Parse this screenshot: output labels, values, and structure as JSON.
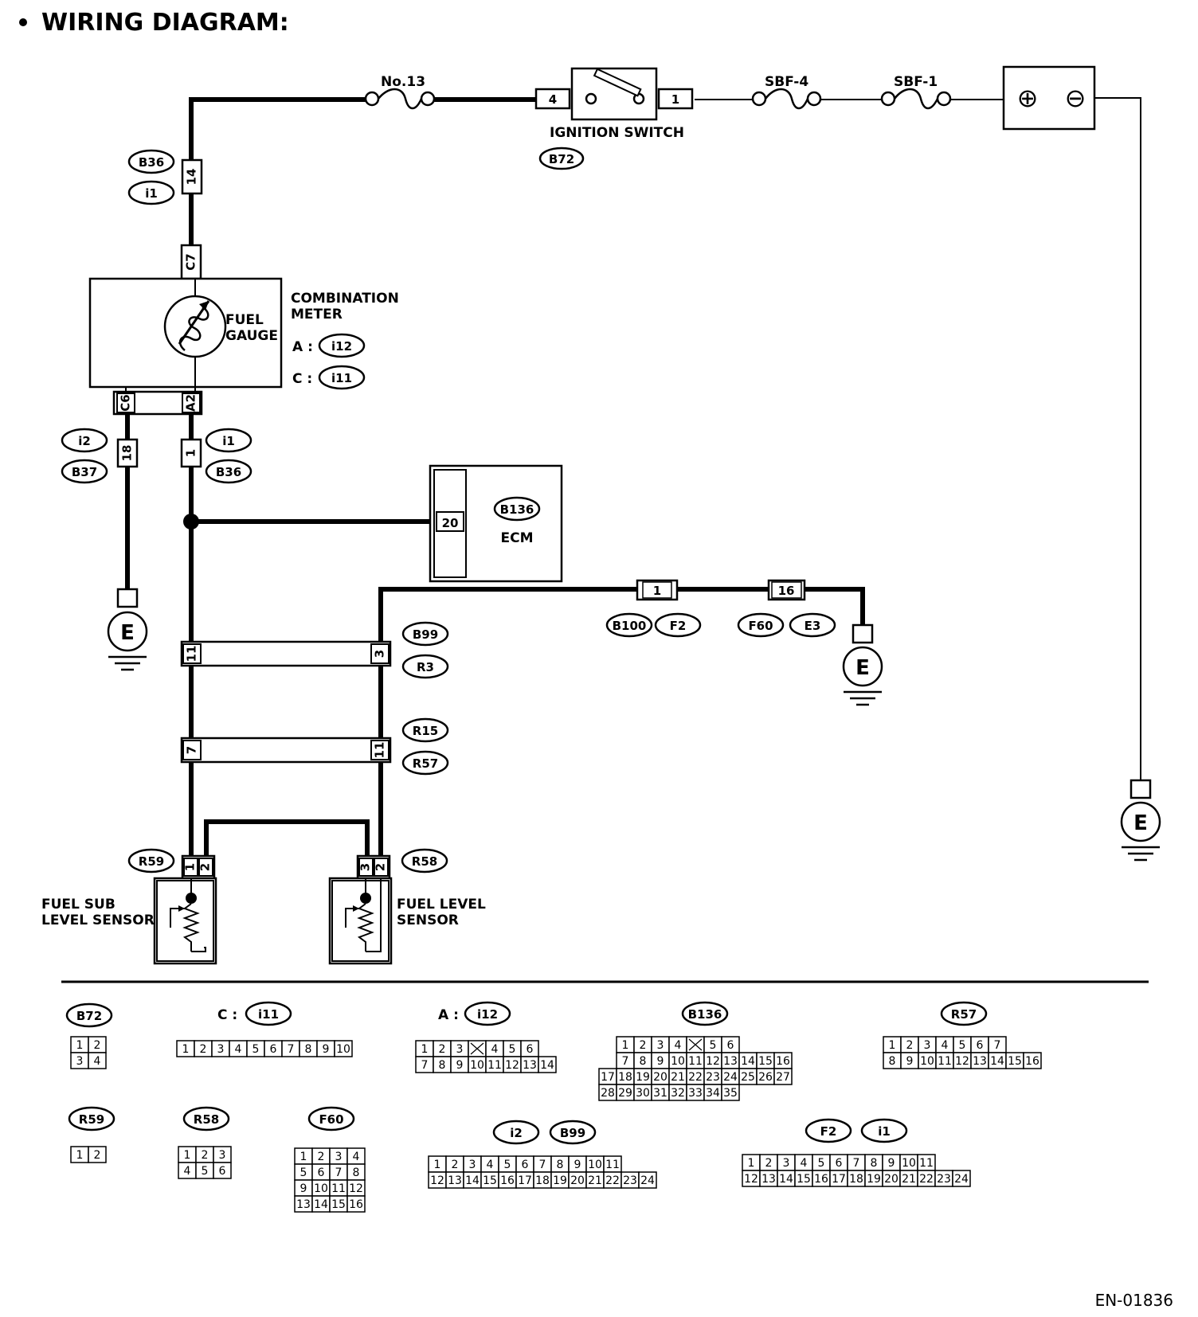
{
  "title": "WIRING DIAGRAM:",
  "document_id": "EN-01836",
  "fuses": {
    "no13": "No.13",
    "sbf4": "SBF-4",
    "sbf1": "SBF-1"
  },
  "ignition_switch": {
    "label": "IGNITION SWITCH",
    "code": "B72",
    "pin_in": "4",
    "pin_out": "1"
  },
  "battery": {
    "plus": "⊕",
    "minus": "⊖"
  },
  "combination_meter": {
    "label_line1": "COMBINATION",
    "label_line2": "METER",
    "gauge_line1": "FUEL",
    "gauge_line2": "GAUGE",
    "conn_a_prefix": "A :",
    "conn_a_code": "i12",
    "conn_c_prefix": "C :",
    "conn_c_code": "i11",
    "pin_c7": "C7",
    "pin_c6": "C6",
    "pin_a2": "A2"
  },
  "junction_top": {
    "pin": "14",
    "code1": "B36",
    "code2": "i1"
  },
  "junction_left": {
    "pin": "18",
    "code1": "i2",
    "code2": "B37"
  },
  "junction_right": {
    "pin": "1",
    "code1": "i1",
    "code2": "B36"
  },
  "ecm": {
    "label": "ECM",
    "code": "B136",
    "pin": "20"
  },
  "ground_symbol": "E",
  "conn_b100": {
    "pin": "1",
    "code1": "B100",
    "code2": "F2"
  },
  "conn_f60": {
    "pin": "16",
    "code1": "F60",
    "code2": "E3"
  },
  "conn_b99": {
    "pin_left": "11",
    "pin_right": "3",
    "code1": "B99",
    "code2": "R3"
  },
  "conn_r15": {
    "pin_left": "7",
    "pin_right": "11",
    "code1": "R15",
    "code2": "R57"
  },
  "sub_sensor": {
    "label_line1": "FUEL SUB",
    "label_line2": "LEVEL SENSOR",
    "code": "R59",
    "pin1": "1",
    "pin2": "2"
  },
  "main_sensor": {
    "label_line1": "FUEL LEVEL",
    "label_line2": "SENSOR",
    "code": "R58",
    "pin1": "3",
    "pin2": "2"
  },
  "connector_views": {
    "b72": {
      "code": "B72",
      "rows": [
        [
          "1",
          "2"
        ],
        [
          "3",
          "4"
        ]
      ]
    },
    "i11": {
      "prefix": "C :",
      "code": "i11",
      "rows": [
        [
          "1",
          "2",
          "3",
          "4",
          "5",
          "6",
          "7",
          "8",
          "9",
          "10"
        ]
      ]
    },
    "i12": {
      "prefix": "A :",
      "code": "i12",
      "rows": [
        [
          "1",
          "2",
          "3",
          "",
          "4",
          "5",
          "6"
        ],
        [
          "7",
          "8",
          "9",
          "10",
          "11",
          "12",
          "13",
          "14"
        ]
      ]
    },
    "b136": {
      "code": "B136",
      "rows": [
        [
          "1",
          "2",
          "3",
          "4",
          "",
          "5",
          "6"
        ],
        [
          "7",
          "8",
          "9",
          "10",
          "11",
          "12",
          "13",
          "14",
          "15",
          "16"
        ],
        [
          "17",
          "18",
          "19",
          "20",
          "21",
          "22",
          "23",
          "24",
          "25",
          "26",
          "27"
        ],
        [
          "28",
          "29",
          "30",
          "31",
          "32",
          "33",
          "34",
          "35"
        ]
      ]
    },
    "r57": {
      "code": "R57",
      "rows": [
        [
          "1",
          "2",
          "3",
          "4",
          "5",
          "6",
          "7"
        ],
        [
          "8",
          "9",
          "10",
          "11",
          "12",
          "13",
          "14",
          "15",
          "16"
        ]
      ]
    },
    "r59": {
      "code": "R59",
      "rows": [
        [
          "1",
          "2"
        ]
      ]
    },
    "r58": {
      "code": "R58",
      "rows": [
        [
          "1",
          "2",
          "3"
        ],
        [
          "4",
          "5",
          "6"
        ]
      ]
    },
    "f60": {
      "code": "F60",
      "rows": [
        [
          "1",
          "2",
          "3",
          "4"
        ],
        [
          "5",
          "6",
          "7",
          "8"
        ],
        [
          "9",
          "10",
          "11",
          "12"
        ],
        [
          "13",
          "14",
          "15",
          "16"
        ]
      ]
    },
    "i2b99": {
      "code1": "i2",
      "code2": "B99",
      "rows": [
        [
          "1",
          "2",
          "3",
          "4",
          "5",
          "6",
          "7",
          "8",
          "9",
          "10",
          "11"
        ],
        [
          "12",
          "13",
          "14",
          "15",
          "16",
          "17",
          "18",
          "19",
          "20",
          "21",
          "22",
          "23",
          "24"
        ]
      ]
    },
    "f2i1": {
      "code1": "F2",
      "code2": "i1",
      "rows": [
        [
          "1",
          "2",
          "3",
          "4",
          "5",
          "6",
          "7",
          "8",
          "9",
          "10",
          "11"
        ],
        [
          "12",
          "13",
          "14",
          "15",
          "16",
          "17",
          "18",
          "19",
          "20",
          "21",
          "22",
          "23",
          "24"
        ]
      ]
    }
  }
}
